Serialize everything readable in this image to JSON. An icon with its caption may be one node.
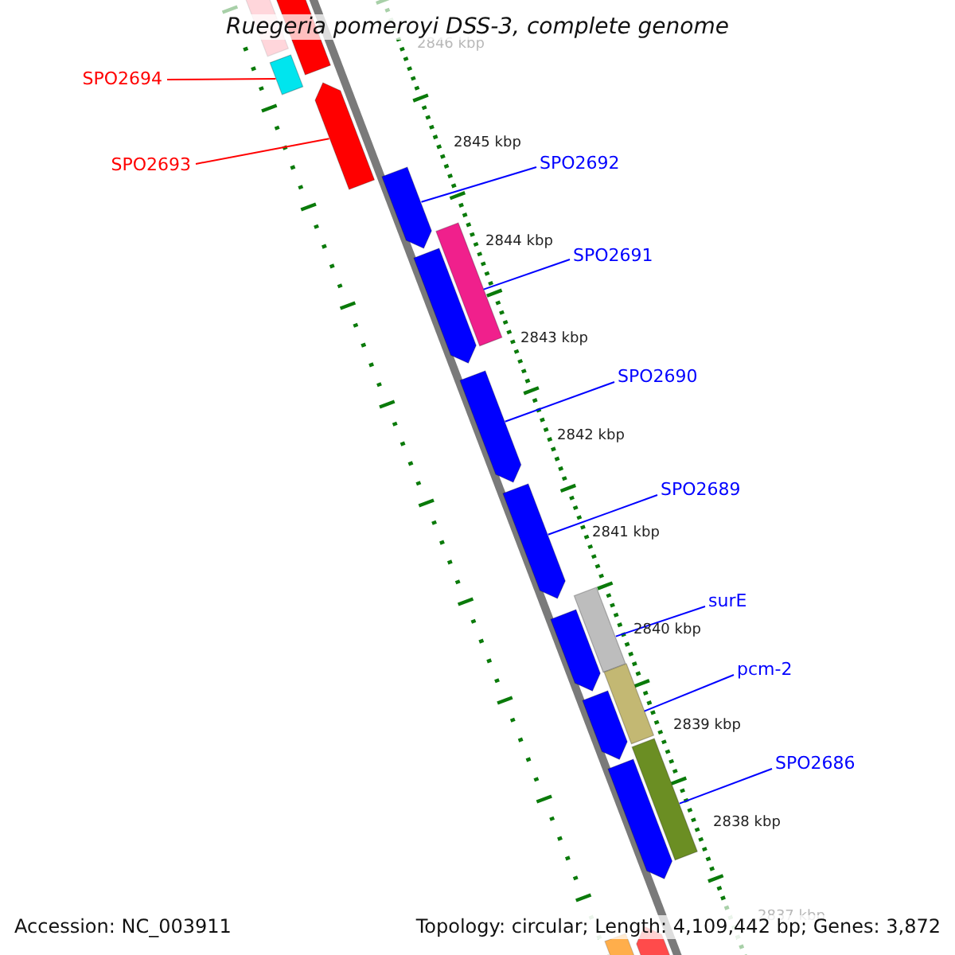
{
  "diagram": {
    "title": "Ruegeria pomeroyi DSS-3, complete genome",
    "nodes": [
      {
        "text": [
          "SPO2694"
        ]
      },
      {
        "text": [
          "SPO2693"
        ]
      },
      {
        "text": [
          "SPO2692"
        ]
      },
      {
        "text": [
          "SPO2691"
        ]
      },
      {
        "text": [
          "SPO2690"
        ]
      },
      {
        "text": [
          "SPO2689"
        ]
      },
      {
        "text": [
          "surE"
        ]
      },
      {
        "text": [
          "pcm-2"
        ]
      },
      {
        "text": [
          "SPO2686"
        ]
      },
      {
        "text": [],
        "shape": "bar"
      },
      {
        "text": [],
        "shape": "bar"
      },
      {
        "text": [],
        "shape": "bar"
      },
      {
        "text": [],
        "shape": "bar"
      },
      {
        "text": [],
        "shape": "bar"
      },
      {
        "text": [],
        "shape": "bar"
      },
      {
        "text": [],
        "shape": "bar"
      },
      {
        "text": [],
        "shape": "bar"
      },
      {
        "text": [],
        "shape": "bar"
      }
    ],
    "edges": [
      {
        "from": 0,
        "to": 9,
        "arrow": "none",
        "color": "#ff0000"
      },
      {
        "from": 1,
        "to": 10,
        "arrow": "none",
        "color": "#ff0000"
      },
      {
        "from": 2,
        "to": 11,
        "arrow": "none"
      },
      {
        "from": 3,
        "to": 12,
        "arrow": "none"
      },
      {
        "from": 4,
        "to": 13,
        "arrow": "none"
      },
      {
        "from": 5,
        "to": 14,
        "arrow": "none"
      },
      {
        "from": 6,
        "to": 15,
        "arrow": "none"
      },
      {
        "from": 7,
        "to": 16,
        "arrow": "none"
      },
      {
        "from": 8,
        "to": 17,
        "arrow": "none"
      }
    ],
    "labels": [
      "2846 kbp",
      "2845 kbp",
      "2844 kbp",
      "2843 kbp",
      "2842 kbp",
      "2841 kbp",
      "2840 kbp",
      "2839 kbp",
      "2838 kbp",
      "2837 kbp",
      "Accession: NC_003911",
      "Topology: circular; Length: 4,109,442 bp; Genes: 3,872"
    ]
  }
}
